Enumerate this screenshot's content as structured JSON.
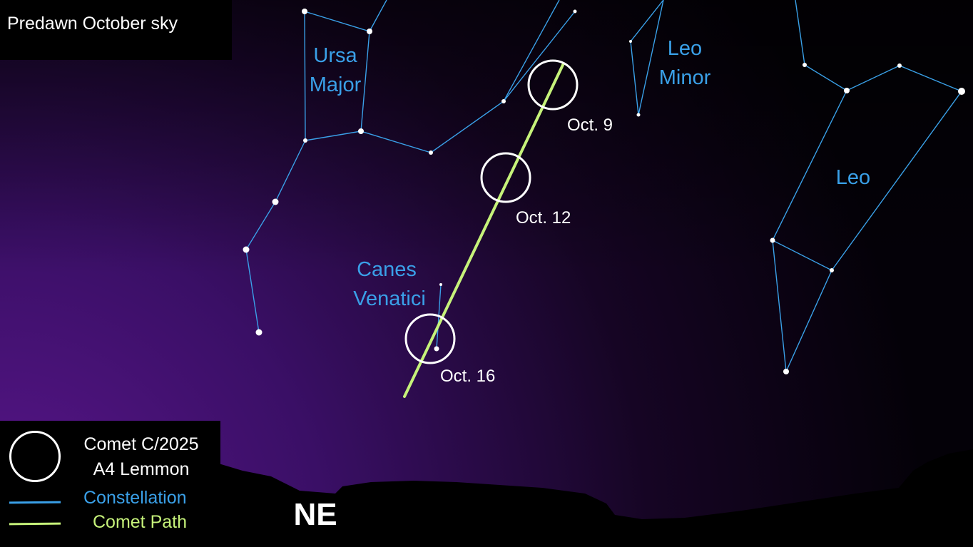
{
  "title": "Predawn October sky",
  "direction_label": "NE",
  "colors": {
    "constellation": "#3aa0e8",
    "constellation_label": "#3aa0e8",
    "comet_path": "#c6f27a",
    "comet_marker": "#ffffff",
    "date_label": "#ffffff",
    "sky_top": "#05010a",
    "sky_horizon": "#5a1a8a",
    "ground": "#000000"
  },
  "constellations": [
    {
      "id": "ursa-major",
      "label": [
        "Ursa",
        "Major"
      ]
    },
    {
      "id": "leo-minor",
      "label": [
        "Leo",
        "Minor"
      ]
    },
    {
      "id": "leo",
      "label": [
        "Leo"
      ]
    },
    {
      "id": "canes-venatici",
      "label": [
        "Canes",
        "Venatici"
      ]
    }
  ],
  "comet_positions": [
    {
      "date": "Oct. 9"
    },
    {
      "date": "Oct. 12"
    },
    {
      "date": "Oct. 16"
    }
  ],
  "legend": {
    "comet": [
      "Comet C/2025",
      "A4 Lemmon"
    ],
    "constellation": "Constellation",
    "comet_path": "Comet Path"
  }
}
